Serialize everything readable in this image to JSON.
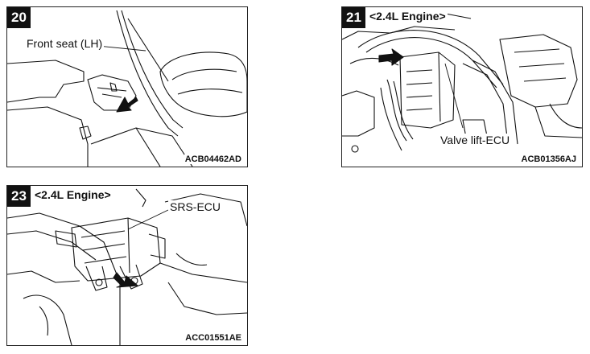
{
  "figures": [
    {
      "number": "20",
      "heading": "",
      "labels": [
        "Front seat (LH)"
      ],
      "code": "ACB04462AD"
    },
    {
      "number": "21",
      "heading": "<2.4L Engine>",
      "labels": [
        "Valve lift-ECU"
      ],
      "code": "ACB01356AJ"
    },
    {
      "number": "23",
      "heading": "<2.4L Engine>",
      "labels": [
        "SRS-ECU"
      ],
      "code": "ACC01551AE"
    }
  ]
}
